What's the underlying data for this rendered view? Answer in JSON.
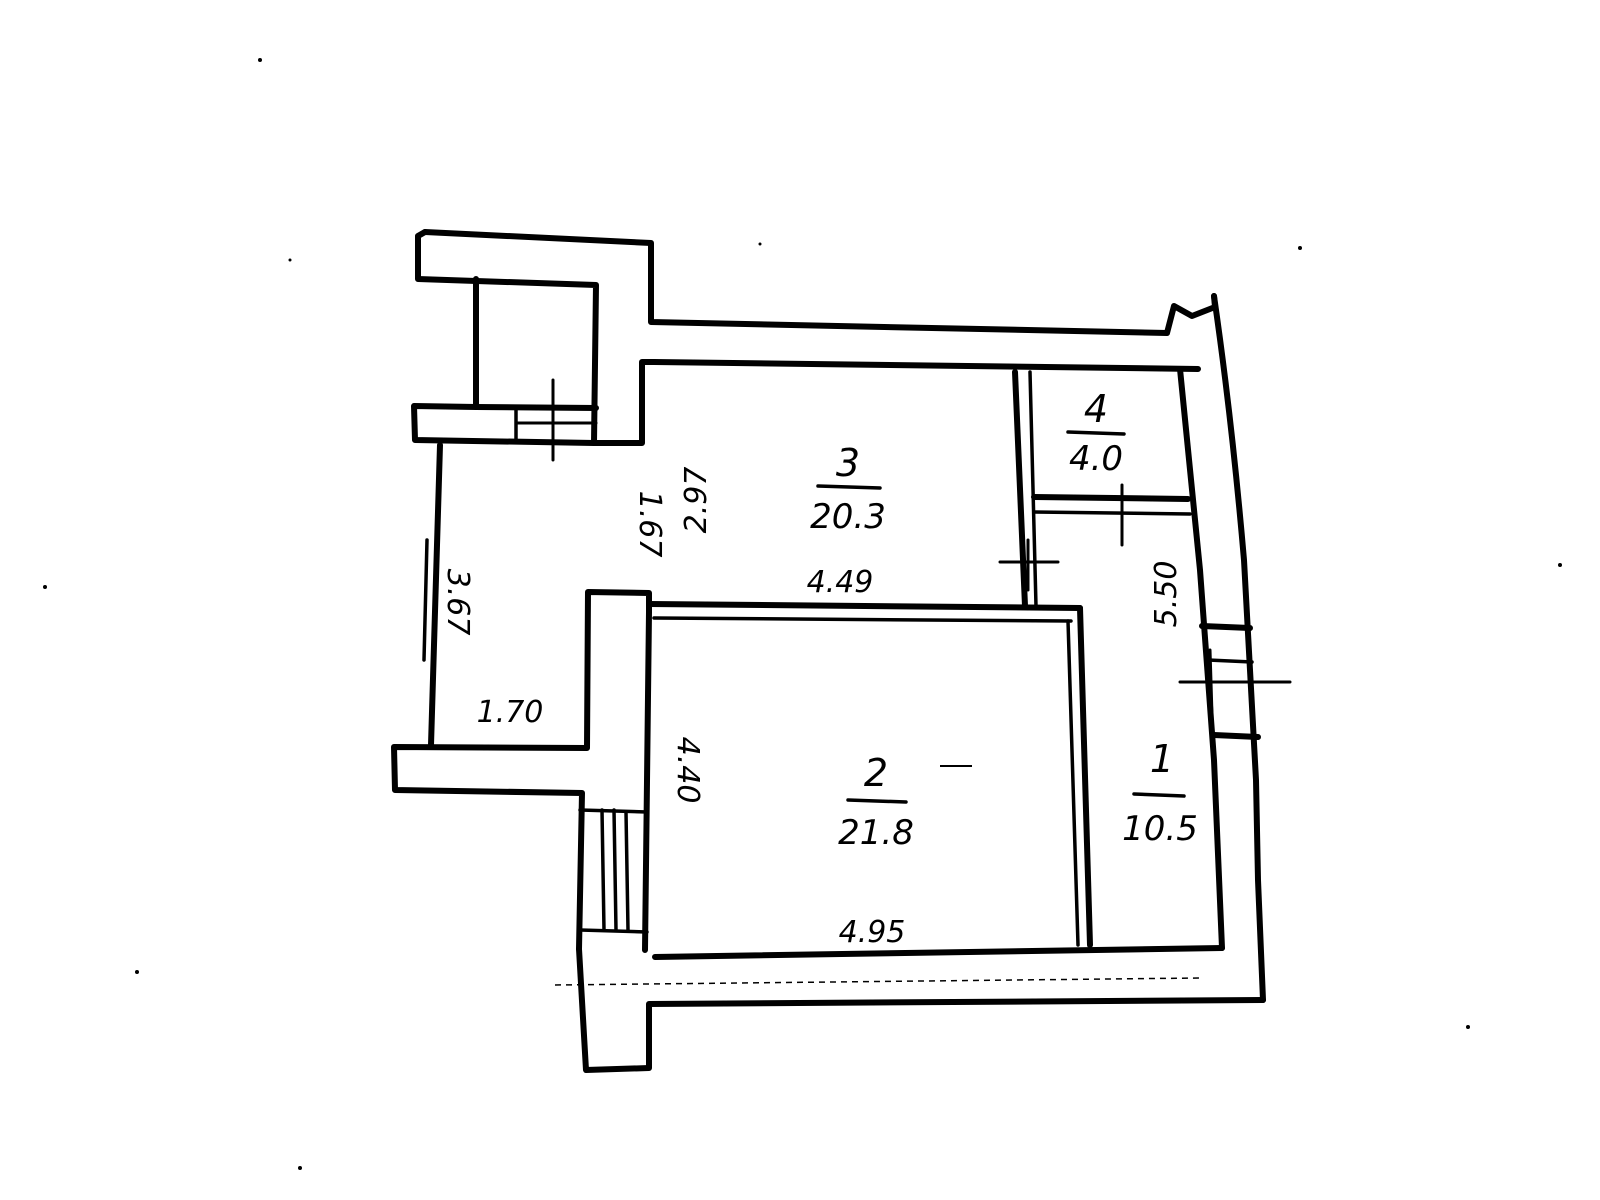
{
  "rooms": [
    {
      "number": "1",
      "area": "10.5"
    },
    {
      "number": "2",
      "area": "21.8"
    },
    {
      "number": "3",
      "area": "20.3"
    },
    {
      "number": "4",
      "area": "4.0"
    }
  ],
  "dimensions": {
    "d_2_97": "2.97",
    "d_1_67": "1.67",
    "d_3_67": "3.67",
    "d_1_70": "1.70",
    "d_4_49": "4.49",
    "d_4_40": "4.40",
    "d_4_95": "4.95",
    "d_5_50": "5.50"
  }
}
